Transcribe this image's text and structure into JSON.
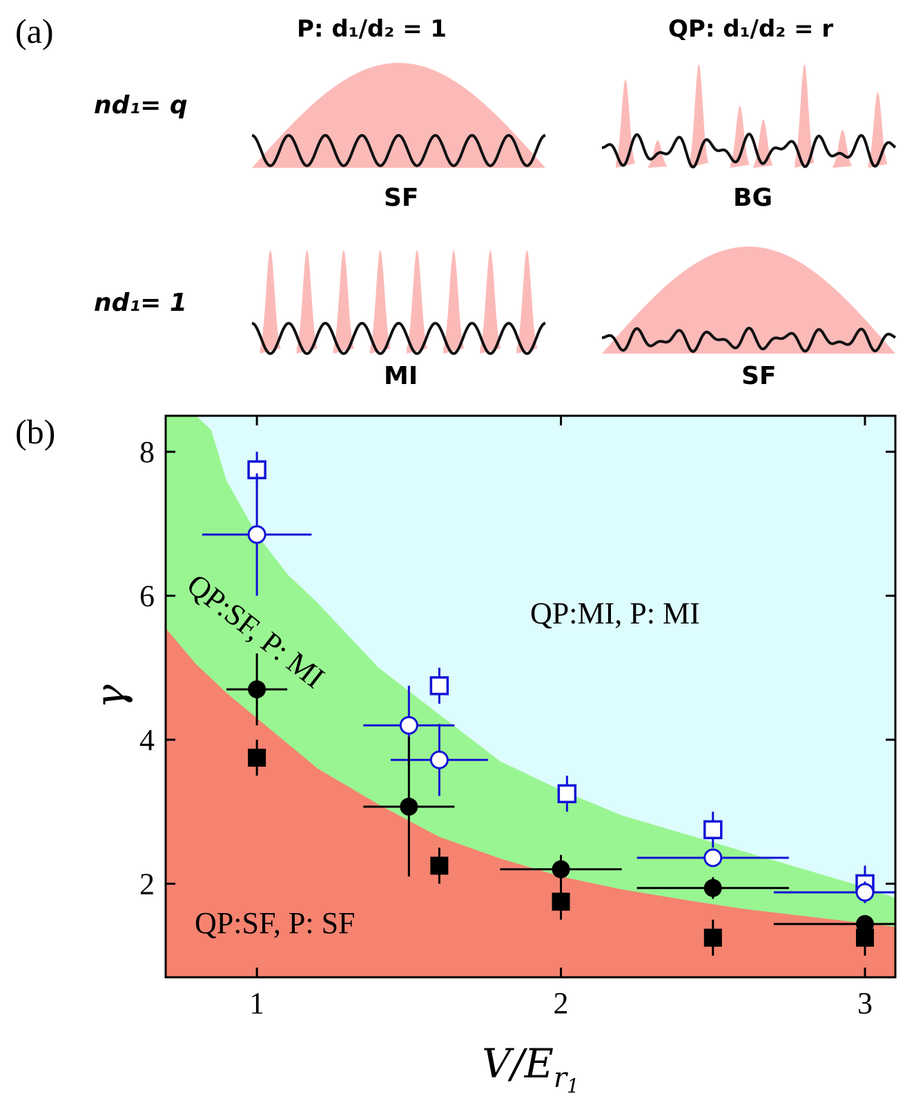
{
  "panel_a": {
    "label": "(a)",
    "col_p_title": "P: d₁/d₂ = 1",
    "col_qp_title": "QP: d₁/d₂ = r",
    "row1_label": "nd₁= q",
    "row2_label": "nd₁= 1",
    "cells": {
      "p_row1": "SF",
      "qp_row1": "BG",
      "p_row2": "MI",
      "qp_row2": "SF"
    },
    "colors": {
      "density": "#fbbab8",
      "potential": "#111111"
    }
  },
  "chart_data": {
    "type": "scatter",
    "panel_label": "(b)",
    "xlabel": "V/E_r1",
    "ylabel": "γ",
    "xlim": [
      0.7,
      3.1
    ],
    "ylim": [
      0.7,
      8.5
    ],
    "x_ticks": [
      1,
      2,
      3
    ],
    "y_ticks": [
      2,
      4,
      6,
      8
    ],
    "regions": [
      {
        "label": "QP:SF, P: SF",
        "color": "#f58370",
        "upper_boundary": [
          [
            0.7,
            5.55
          ],
          [
            0.8,
            5.05
          ],
          [
            0.9,
            4.65
          ],
          [
            1.0,
            4.3
          ],
          [
            1.2,
            3.6
          ],
          [
            1.4,
            3.1
          ],
          [
            1.6,
            2.65
          ],
          [
            1.8,
            2.35
          ],
          [
            2.0,
            2.1
          ],
          [
            2.2,
            1.92
          ],
          [
            2.4,
            1.78
          ],
          [
            2.6,
            1.65
          ],
          [
            2.8,
            1.55
          ],
          [
            3.0,
            1.45
          ],
          [
            3.1,
            1.4
          ]
        ]
      },
      {
        "label": "QP:SF, P: MI",
        "color": "#99f591",
        "upper_boundary": [
          [
            0.7,
            8.5
          ],
          [
            0.8,
            8.5
          ],
          [
            0.85,
            8.3
          ],
          [
            0.9,
            7.6
          ],
          [
            1.0,
            6.85
          ],
          [
            1.1,
            6.3
          ],
          [
            1.2,
            5.9
          ],
          [
            1.4,
            5.0
          ],
          [
            1.6,
            4.35
          ],
          [
            1.8,
            3.7
          ],
          [
            2.0,
            3.3
          ],
          [
            2.2,
            2.95
          ],
          [
            2.4,
            2.7
          ],
          [
            2.6,
            2.45
          ],
          [
            2.8,
            2.2
          ],
          [
            3.0,
            1.95
          ],
          [
            3.1,
            1.8
          ]
        ]
      },
      {
        "label": "QP:MI, P: MI",
        "color": "#ddfcfd"
      }
    ],
    "series": [
      {
        "marker": "open-square",
        "color": "#1212d6",
        "points": [
          {
            "x": 1.0,
            "y": 7.75,
            "yerr": [
              0.25,
              0.25
            ]
          },
          {
            "x": 1.6,
            "y": 4.75,
            "yerr": [
              0.25,
              0.25
            ]
          },
          {
            "x": 2.02,
            "y": 3.25,
            "yerr": [
              0.25,
              0.25
            ]
          },
          {
            "x": 2.5,
            "y": 2.75,
            "yerr": [
              0.25,
              0.25
            ]
          },
          {
            "x": 3.0,
            "y": 2.0,
            "yerr": [
              0.25,
              0.25
            ]
          }
        ]
      },
      {
        "marker": "open-circle",
        "color": "#1212d6",
        "points": [
          {
            "x": 1.0,
            "y": 6.85,
            "xerr": [
              0.18,
              0.18
            ],
            "yerr": [
              0.85,
              0.85
            ]
          },
          {
            "x": 1.5,
            "y": 4.2,
            "xerr": [
              0.15,
              0.15
            ],
            "yerr": [
              0.55,
              0.55
            ]
          },
          {
            "x": 1.6,
            "y": 3.72,
            "xerr": [
              0.16,
              0.16
            ],
            "yerr": [
              0.5,
              0.5
            ]
          },
          {
            "x": 2.5,
            "y": 2.36,
            "xerr": [
              0.25,
              0.25
            ],
            "yerr": [
              0.1,
              0.1
            ]
          },
          {
            "x": 3.0,
            "y": 1.88,
            "xerr": [
              0.3,
              0.1
            ],
            "yerr": [
              0.15,
              0.15
            ]
          }
        ]
      },
      {
        "marker": "filled-circle",
        "color": "#000000",
        "points": [
          {
            "x": 1.0,
            "y": 4.7,
            "xerr": [
              0.1,
              0.1
            ],
            "yerr": [
              0.5,
              0.5
            ]
          },
          {
            "x": 1.5,
            "y": 3.07,
            "xerr": [
              0.15,
              0.15
            ],
            "yerr": [
              0.97,
              0.97
            ]
          },
          {
            "x": 2.0,
            "y": 2.2,
            "xerr": [
              0.2,
              0.2
            ],
            "yerr": [
              0.2,
              0.2
            ]
          },
          {
            "x": 2.5,
            "y": 1.94,
            "xerr": [
              0.25,
              0.25
            ],
            "yerr": [
              0.15,
              0.15
            ]
          },
          {
            "x": 3.0,
            "y": 1.44,
            "xerr": [
              0.3,
              0.1
            ],
            "yerr": [
              0.1,
              0.1
            ]
          }
        ]
      },
      {
        "marker": "filled-square",
        "color": "#000000",
        "points": [
          {
            "x": 1.0,
            "y": 3.75,
            "yerr": [
              0.25,
              0.25
            ]
          },
          {
            "x": 1.6,
            "y": 2.25,
            "yerr": [
              0.25,
              0.25
            ]
          },
          {
            "x": 2.0,
            "y": 1.75,
            "yerr": [
              0.25,
              0.25
            ]
          },
          {
            "x": 2.5,
            "y": 1.25,
            "yerr": [
              0.25,
              0.25
            ]
          },
          {
            "x": 3.0,
            "y": 1.25,
            "yerr": [
              0.25,
              0.25
            ]
          }
        ]
      }
    ]
  }
}
